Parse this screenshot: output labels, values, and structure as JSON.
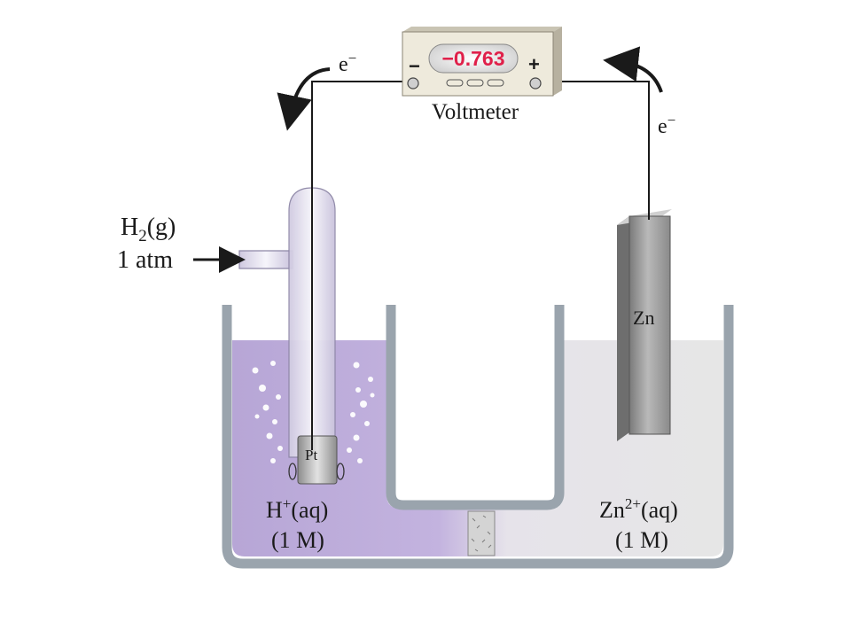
{
  "voltmeter": {
    "reading": "−0.763",
    "label": "Voltmeter",
    "neg_sign": "−",
    "pos_sign": "+"
  },
  "electron_left": {
    "base": "e",
    "sup": "−"
  },
  "electron_right": {
    "base": "e",
    "sup": "−"
  },
  "gas_label": {
    "formula_base": "H",
    "subscript": "2",
    "state": "(g)",
    "pressure": "1 atm"
  },
  "pt_label": "Pt",
  "zn_label": "Zn",
  "left_solution": {
    "ion_base": "H",
    "charge": "+",
    "state": "(aq)",
    "conc": "(1 M)"
  },
  "right_solution": {
    "ion_base": "Zn",
    "charge": "2+",
    "state": "(aq)",
    "conc": "(1 M)"
  },
  "colors": {
    "acid_solution": "#b7a6d6",
    "zinc_solution": "#e4e4e4",
    "container": "#9aa4ad",
    "meter_body": "#eeeadc",
    "meter_digits": "#e0204a",
    "zinc_electrode": "#9c9c9c"
  }
}
